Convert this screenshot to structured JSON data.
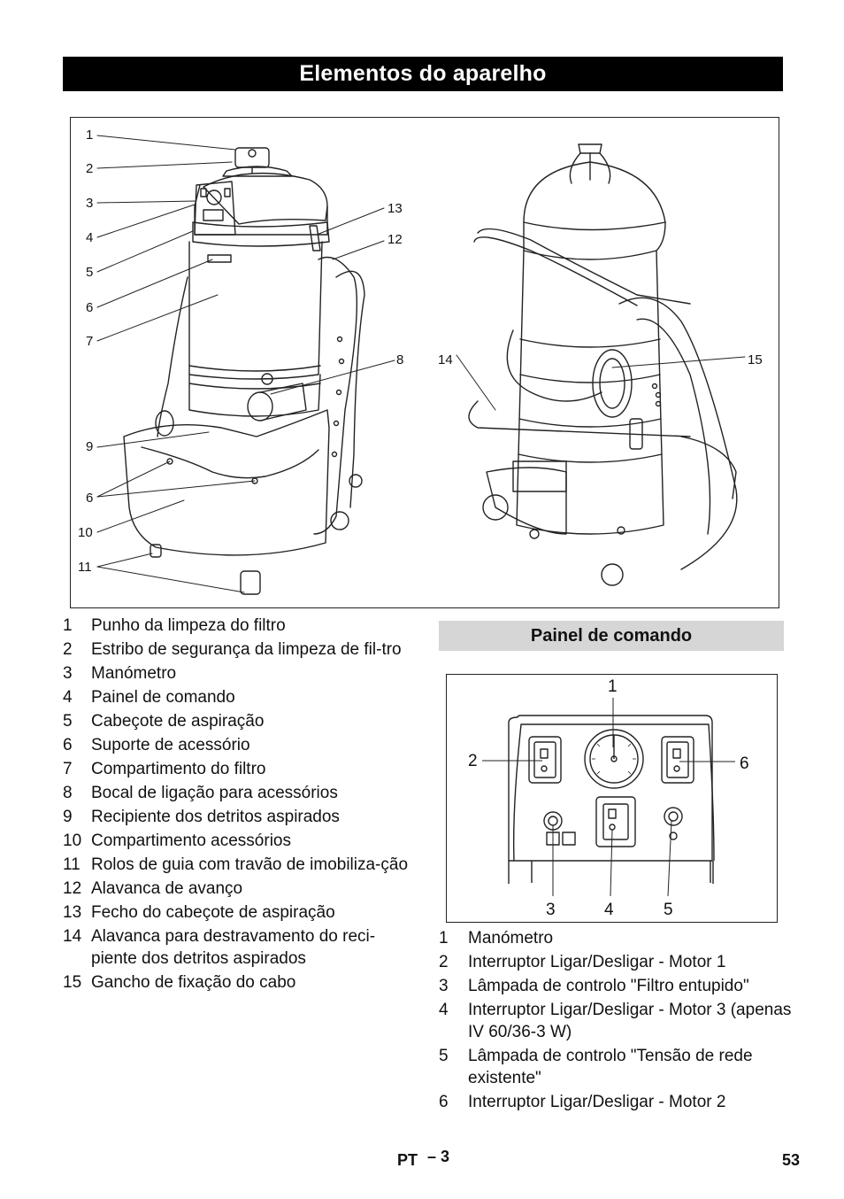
{
  "page": {
    "title": "Elementos do aparelho",
    "section_title": "Painel de comando",
    "footer_lang": "PT",
    "footer_sub": "– 3",
    "page_number": "53"
  },
  "figure_main": {
    "callouts": [
      "1",
      "2",
      "3",
      "4",
      "5",
      "6",
      "7",
      "8",
      "9",
      "6",
      "10",
      "11",
      "13",
      "12",
      "14",
      "15"
    ]
  },
  "legend_main": [
    {
      "num": "1",
      "text": "Punho da limpeza do filtro"
    },
    {
      "num": "2",
      "text": "Estribo de segurança da limpeza de fil-tro"
    },
    {
      "num": "3",
      "text": "Manómetro"
    },
    {
      "num": "4",
      "text": "Painel de comando"
    },
    {
      "num": "5",
      "text": "Cabeçote de aspiração"
    },
    {
      "num": "6",
      "text": "Suporte de acessório"
    },
    {
      "num": "7",
      "text": "Compartimento do filtro"
    },
    {
      "num": "8",
      "text": "Bocal de ligação para acessórios"
    },
    {
      "num": "9",
      "text": "Recipiente dos detritos aspirados"
    },
    {
      "num": "10",
      "text": "Compartimento acessórios"
    },
    {
      "num": "11",
      "text": "Rolos de guia com travão de imobiliza-ção"
    },
    {
      "num": "12",
      "text": "Alavanca de avanço"
    },
    {
      "num": "13",
      "text": "Fecho do cabeçote de aspiração"
    },
    {
      "num": "14",
      "text": "Alavanca para destravamento do reci-piente dos detritos aspirados"
    },
    {
      "num": "15",
      "text": "Gancho de fixação do cabo"
    }
  ],
  "figure_panel": {
    "callouts": [
      "1",
      "2",
      "6",
      "3",
      "4",
      "5"
    ]
  },
  "legend_panel": [
    {
      "num": "1",
      "text": "Manómetro"
    },
    {
      "num": "2",
      "text": "Interruptor Ligar/Desligar - Motor 1"
    },
    {
      "num": "3",
      "text": "Lâmpada de controlo \"Filtro entupido\""
    },
    {
      "num": "4",
      "text": "Interruptor Ligar/Desligar - Motor 3 (apenas IV 60/36-3 W)"
    },
    {
      "num": "5",
      "text": "Lâmpada de controlo \"Tensão de rede existente\""
    },
    {
      "num": "6",
      "text": "Interruptor Ligar/Desligar - Motor 2"
    }
  ]
}
